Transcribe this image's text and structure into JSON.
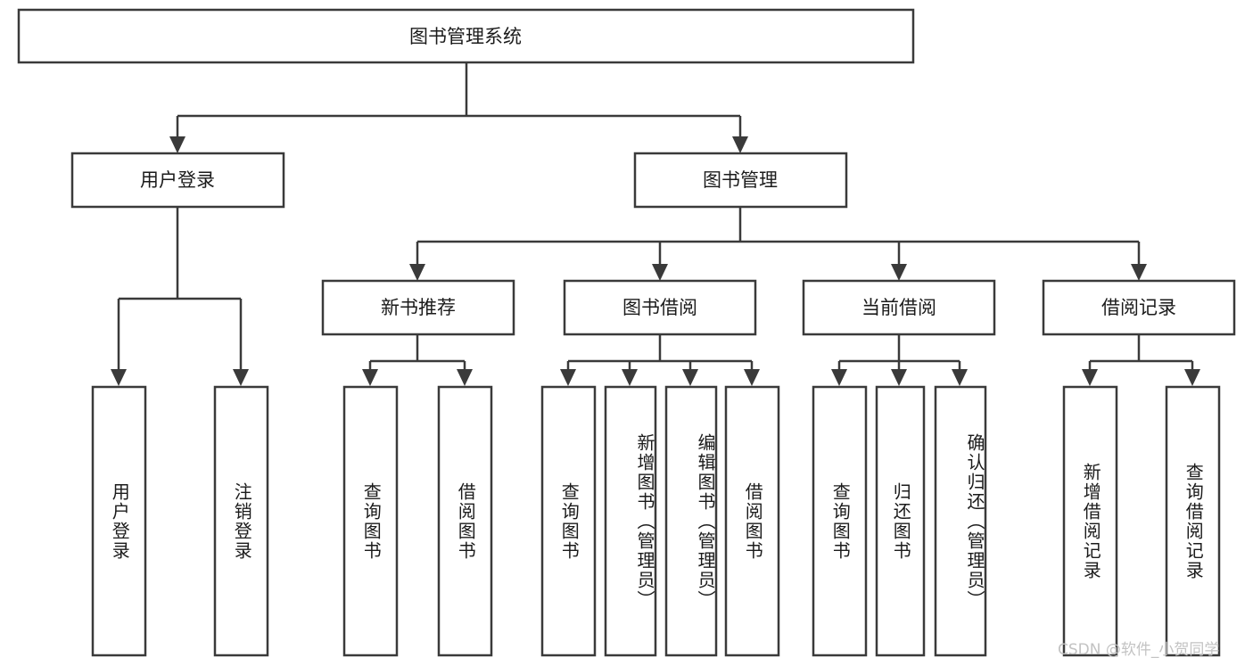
{
  "diagram": {
    "type": "tree-hierarchy-chart",
    "title": "图书管理系统",
    "colors": {
      "box_stroke": "#3a3a3a",
      "box_fill": "#ffffff",
      "text": "#1b1b1b",
      "connector": "#3a3a3a",
      "watermark": "#c3c3c3",
      "background": "#ffffff"
    },
    "root": {
      "label": "图书管理系统"
    },
    "level1": [
      {
        "label": "用户登录"
      },
      {
        "label": "图书管理"
      }
    ],
    "level2": [
      {
        "label": "新书推荐"
      },
      {
        "label": "图书借阅"
      },
      {
        "label": "当前借阅"
      },
      {
        "label": "借阅记录"
      }
    ],
    "leaves": {
      "user_login": [
        {
          "label": "用户登录"
        },
        {
          "label": "注销登录"
        }
      ],
      "new_book_recommend": [
        {
          "label": "查询图书"
        },
        {
          "label": "借阅图书"
        }
      ],
      "book_borrow": [
        {
          "label": "查询图书"
        },
        {
          "label": "新增图书（管理员）"
        },
        {
          "label": "编辑图书（管理员）"
        },
        {
          "label": "借阅图书"
        }
      ],
      "current_borrow": [
        {
          "label": "查询图书"
        },
        {
          "label": "归还图书"
        },
        {
          "label": "确认归还（管理员）"
        }
      ],
      "borrow_records": [
        {
          "label": "新增借阅记录"
        },
        {
          "label": "查询借阅记录"
        }
      ]
    },
    "watermark": "CSDN @软件_小贺同学"
  }
}
